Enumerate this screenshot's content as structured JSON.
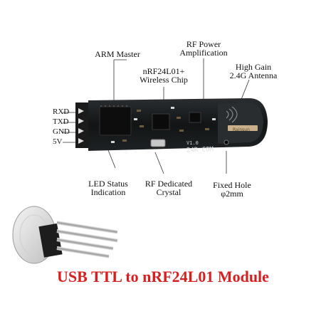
{
  "labels": {
    "arm_master": "ARM Master",
    "nrf_chip": [
      "nRF24L01+",
      "Wireless Chip"
    ],
    "rf_power": [
      "RF Power",
      "Amplification"
    ],
    "antenna": [
      "High Gain",
      "2.4G Antenna"
    ],
    "led": [
      "LED Status",
      "Indication"
    ],
    "crystal": [
      "RF Dedicated",
      "Crystal"
    ],
    "hole": [
      "Fixed Hole",
      "φ2mm"
    ]
  },
  "pins": [
    "RXD",
    "TXD",
    "GND",
    "5V"
  ],
  "board_silkscreen": [
    "24R_COM",
    "V1.0"
  ],
  "antenna_text": "Rainsun",
  "title": "USB TTL to nRF24L01 Module",
  "colors": {
    "title": "#d81e1e",
    "board": "#141617",
    "header_pin": "#bdbdbd"
  }
}
